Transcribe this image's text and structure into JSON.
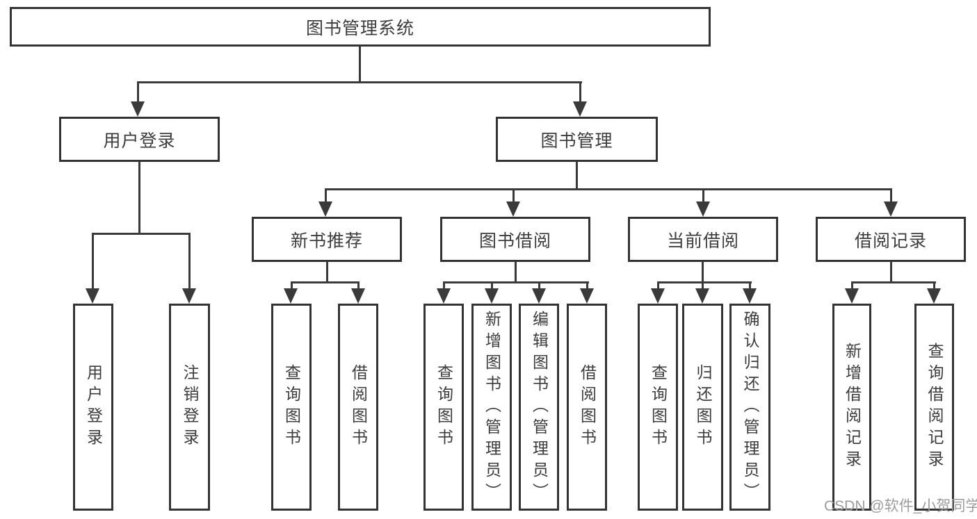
{
  "tree": {
    "label": "图书管理系统",
    "children": [
      {
        "label": "用户登录",
        "children": [
          {
            "label": "用户登录"
          },
          {
            "label": "注销登录"
          }
        ]
      },
      {
        "label": "图书管理",
        "children": [
          {
            "label": "新书推荐",
            "children": [
              {
                "label": "查询图书"
              },
              {
                "label": "借阅图书"
              }
            ]
          },
          {
            "label": "图书借阅",
            "children": [
              {
                "label": "查询图书"
              },
              {
                "label": "新增图书（管理员）"
              },
              {
                "label": "编辑图书（管理员）"
              },
              {
                "label": "借阅图书"
              }
            ]
          },
          {
            "label": "当前借阅",
            "children": [
              {
                "label": "查询图书"
              },
              {
                "label": "归还图书"
              },
              {
                "label": "确认归还（管理员）"
              }
            ]
          },
          {
            "label": "借阅记录",
            "children": [
              {
                "label": "新增借阅记录"
              },
              {
                "label": "查询借阅记录"
              }
            ]
          }
        ]
      }
    ]
  },
  "watermark": {
    "text": "CSDN @软件_小贺同学"
  },
  "colors": {
    "line": "#3a3a3a",
    "box_border": "#333333",
    "text": "#3c3c3c",
    "watermark": "#9c9c9c",
    "background": "#ffffff"
  }
}
